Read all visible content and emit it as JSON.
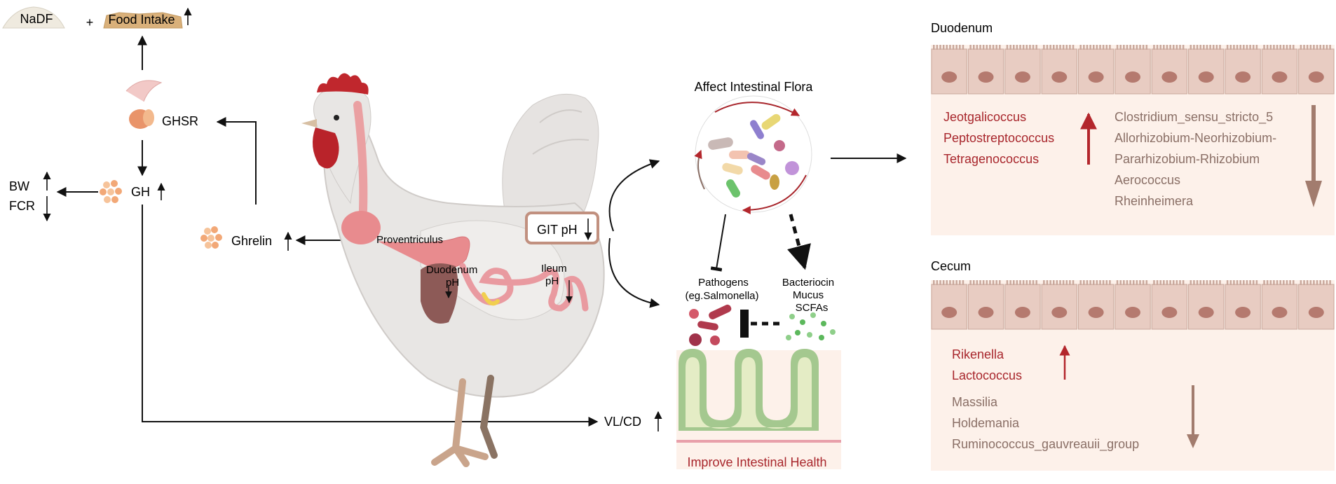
{
  "top": {
    "nadf": "NaDF",
    "plus": "+",
    "food_intake": "Food Intake"
  },
  "hormones": {
    "ghsr": "GHSR",
    "gh": "GH",
    "ghrelin": "Ghrelin"
  },
  "metrics": {
    "bw": "BW",
    "fcr": "FCR",
    "vl_cd": "VL/CD"
  },
  "chicken": {
    "proventriculus": "Proventriculus",
    "duodenum_label": "Duodenum",
    "duodenum_ph": "pH",
    "ileum_label": "Ileum",
    "ileum_ph": "pH",
    "git_ph": "GIT pH"
  },
  "flora": {
    "title": "Affect Intestinal Flora",
    "pathogens_line1": "Pathogens",
    "pathogens_line2": "(eg.Salmonella)",
    "bacteriocin": "Bacteriocin",
    "mucus": "Mucus",
    "scfas": "SCFAs",
    "health": "Improve Intestinal Health"
  },
  "duodenum": {
    "title": "Duodenum",
    "increased": [
      "Jeotgalicoccus",
      "Peptostreptococcus",
      "Tetragenococcus"
    ],
    "decreased": [
      "Clostridium_sensu_stricto_5",
      "Allorhizobium-Neorhizobium-",
      "Pararhizobium-Rhizobium",
      "Aerococcus",
      "Rheinheimera"
    ]
  },
  "cecum": {
    "title": "Cecum",
    "increased": [
      "Rikenella",
      "Lactococcus"
    ],
    "decreased": [
      "Massilia",
      "Holdemania",
      "Ruminococcus_gauvreauii_group"
    ]
  },
  "colors": {
    "increase": "#a8262c",
    "decrease": "#8a6f66",
    "panel": "#fdf1ea",
    "villi": "#a4c88f"
  }
}
